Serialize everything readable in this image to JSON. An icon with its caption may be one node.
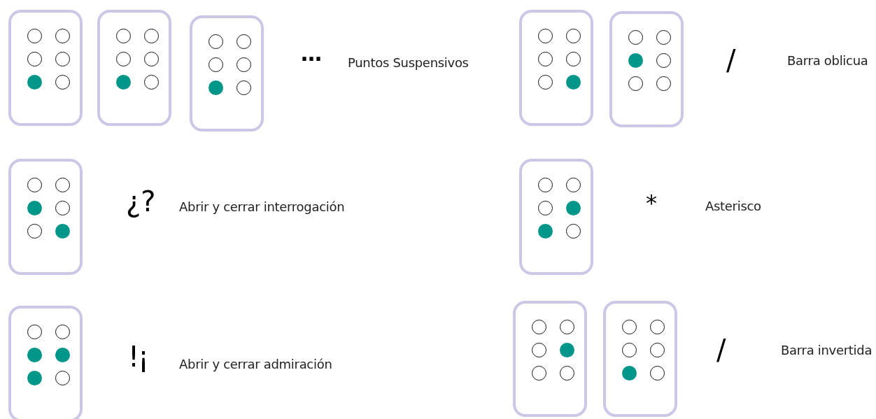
{
  "diagram": {
    "nodes": [
      {
        "text": [],
        "shape": "box"
      },
      {
        "text": [],
        "shape": "circle",
        "in": 0
      },
      {
        "text": [],
        "shape": "circle",
        "in": 0
      },
      {
        "text": [],
        "shape": "circle",
        "in": 0
      },
      {
        "text": [],
        "shape": "circle",
        "in": 0
      },
      {
        "text": [],
        "shape": "dot",
        "in": 0
      },
      {
        "text": [],
        "shape": "circle",
        "in": 0
      },
      {
        "text": [],
        "shape": "box"
      },
      {
        "text": [],
        "shape": "circle",
        "in": 7
      },
      {
        "text": [],
        "shape": "circle",
        "in": 7
      },
      {
        "text": [],
        "shape": "circle",
        "in": 7
      },
      {
        "text": [],
        "shape": "circle",
        "in": 7
      },
      {
        "text": [],
        "shape": "dot",
        "in": 7
      },
      {
        "text": [],
        "shape": "circle",
        "in": 7
      },
      {
        "text": [],
        "shape": "box"
      },
      {
        "text": [],
        "shape": "circle",
        "in": 14
      },
      {
        "text": [],
        "shape": "circle",
        "in": 14
      },
      {
        "text": [],
        "shape": "circle",
        "in": 14
      },
      {
        "text": [],
        "shape": "circle",
        "in": 14
      },
      {
        "text": [],
        "shape": "dot",
        "in": 14
      },
      {
        "text": [],
        "shape": "circle",
        "in": 14
      },
      {
        "text": [],
        "shape": "box"
      },
      {
        "text": [],
        "shape": "circle",
        "in": 21
      },
      {
        "text": [],
        "shape": "circle",
        "in": 21
      },
      {
        "text": [],
        "shape": "circle",
        "in": 21
      },
      {
        "text": [],
        "shape": "circle",
        "in": 21
      },
      {
        "text": [],
        "shape": "circle",
        "in": 21
      },
      {
        "text": [],
        "shape": "dot",
        "in": 21
      },
      {
        "text": [],
        "shape": "box"
      },
      {
        "text": [],
        "shape": "circle",
        "in": 28
      },
      {
        "text": [],
        "shape": "circle",
        "in": 28
      },
      {
        "text": [],
        "shape": "dot",
        "in": 28
      },
      {
        "text": [],
        "shape": "circle",
        "in": 28
      },
      {
        "text": [],
        "shape": "circle",
        "in": 28
      },
      {
        "text": [],
        "shape": "circle",
        "in": 28
      },
      {
        "text": [],
        "shape": "box"
      },
      {
        "text": [],
        "shape": "circle",
        "in": 35
      },
      {
        "text": [],
        "shape": "circle",
        "in": 35
      },
      {
        "text": [],
        "shape": "dot",
        "in": 35
      },
      {
        "text": [],
        "shape": "circle",
        "in": 35
      },
      {
        "text": [],
        "shape": "circle",
        "in": 35
      },
      {
        "text": [],
        "shape": "dot",
        "in": 35
      },
      {
        "text": [],
        "shape": "box"
      },
      {
        "text": [],
        "shape": "circle",
        "in": 42
      },
      {
        "text": [],
        "shape": "circle",
        "in": 42
      },
      {
        "text": [],
        "shape": "circle",
        "in": 42
      },
      {
        "text": [],
        "shape": "dot",
        "in": 42
      },
      {
        "text": [],
        "shape": "dot",
        "in": 42
      },
      {
        "text": [],
        "shape": "circle",
        "in": 42
      },
      {
        "text": [],
        "shape": "box"
      },
      {
        "text": [],
        "shape": "circle",
        "in": 49
      },
      {
        "text": [],
        "shape": "circle",
        "in": 49
      },
      {
        "text": [],
        "shape": "dot",
        "in": 49
      },
      {
        "text": [],
        "shape": "dot",
        "in": 49
      },
      {
        "text": [],
        "shape": "dot",
        "in": 49
      },
      {
        "text": [],
        "shape": "circle",
        "in": 49
      },
      {
        "text": [],
        "shape": "box"
      },
      {
        "text": [],
        "shape": "circle",
        "in": 56
      },
      {
        "text": [],
        "shape": "circle",
        "in": 56
      },
      {
        "text": [],
        "shape": "circle",
        "in": 56
      },
      {
        "text": [],
        "shape": "dot",
        "in": 56
      },
      {
        "text": [],
        "shape": "circle",
        "in": 56
      },
      {
        "text": [],
        "shape": "circle",
        "in": 56
      },
      {
        "text": [],
        "shape": "box"
      },
      {
        "text": [],
        "shape": "circle",
        "in": 63
      },
      {
        "text": [],
        "shape": "circle",
        "in": 63
      },
      {
        "text": [],
        "shape": "circle",
        "in": 63
      },
      {
        "text": [],
        "shape": "circle",
        "in": 63
      },
      {
        "text": [],
        "shape": "dot",
        "in": 63
      },
      {
        "text": [],
        "shape": "circle",
        "in": 63
      }
    ],
    "labels": [
      "…",
      "Puntos Suspensivos",
      "/",
      "Barra oblicua",
      "¿?",
      "Abrir y cerrar interrogación",
      "*",
      "Asterisco",
      "!¡",
      "Abrir y cerrar admiración",
      "/",
      "Barra invertida"
    ]
  }
}
